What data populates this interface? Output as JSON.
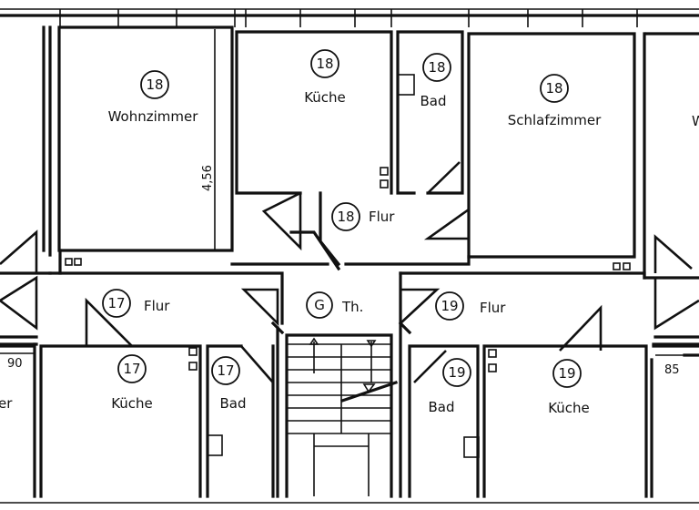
{
  "units": [
    {
      "id": "u18",
      "number": "18"
    },
    {
      "id": "u17",
      "number": "17"
    },
    {
      "id": "u19",
      "number": "19"
    },
    {
      "id": "ug",
      "number": "G"
    }
  ],
  "rooms": {
    "wohnzimmer_18": {
      "number": "18",
      "label": "Wohnzimmer"
    },
    "kueche_18": {
      "number": "18",
      "label": "Küche"
    },
    "bad_18": {
      "number": "18",
      "label": "Bad"
    },
    "schlafzimmer_18": {
      "number": "18",
      "label": "Schlafzimmer"
    },
    "flur_18": {
      "number": "18",
      "label": "Flur"
    },
    "flur_17": {
      "number": "17",
      "label": "Flur"
    },
    "kueche_17": {
      "number": "17",
      "label": "Küche"
    },
    "bad_17": {
      "number": "17",
      "label": "Bad"
    },
    "treppenhaus": {
      "number": "G",
      "label": "Th."
    },
    "flur_19": {
      "number": "19",
      "label": "Flur"
    },
    "bad_19": {
      "number": "19",
      "label": "Bad"
    },
    "kueche_19": {
      "number": "19",
      "label": "Küche"
    }
  },
  "dimensions": {
    "wohnzimmer_depth": "4,56",
    "left_width": "90",
    "right_width": "85"
  },
  "partial_labels": {
    "left_edge": "er",
    "right_edge": "W"
  }
}
